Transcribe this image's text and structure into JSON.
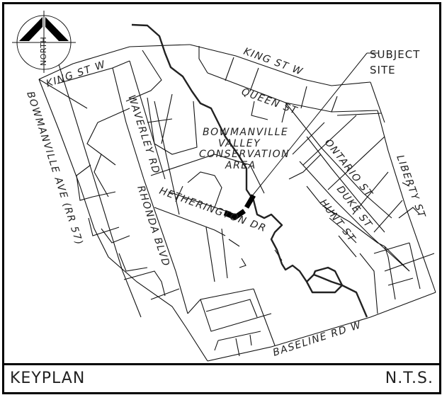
{
  "map": {
    "north_arrow": {
      "label": "NORTH",
      "icon": "north-arrow-icon"
    },
    "streets": {
      "king_st_w_west": "KING ST W",
      "king_st_w_east": "KING ST W",
      "queen_st": "QUEEN ST",
      "bowmanville_ave": "BOWMANVILLE AVE (RR 57)",
      "waverley_rd": "WAVERLEY RD",
      "rhonda_blvd": "RHONDA BLVD",
      "hetherington_dr": "HETHERINGTON DR",
      "ontario_st": "ONTARIO ST",
      "duke_st": "DUKE ST",
      "hunt_st": "HUNT ST",
      "liberty_st": "LIBERTY ST",
      "baseline_rd_w": "BASELINE RD W"
    },
    "area_label": {
      "line1": "BOWMANVILLE",
      "line2": "VALLEY",
      "line3": "CONSERVATION",
      "line4": "AREA"
    },
    "callout": {
      "line1": "SUBJECT",
      "line2": "SITE"
    },
    "colors": {
      "line": "#111111",
      "background": "#ffffff",
      "site": "#000000"
    }
  },
  "footer": {
    "title": "KEYPLAN",
    "scale": "N.T.S."
  }
}
